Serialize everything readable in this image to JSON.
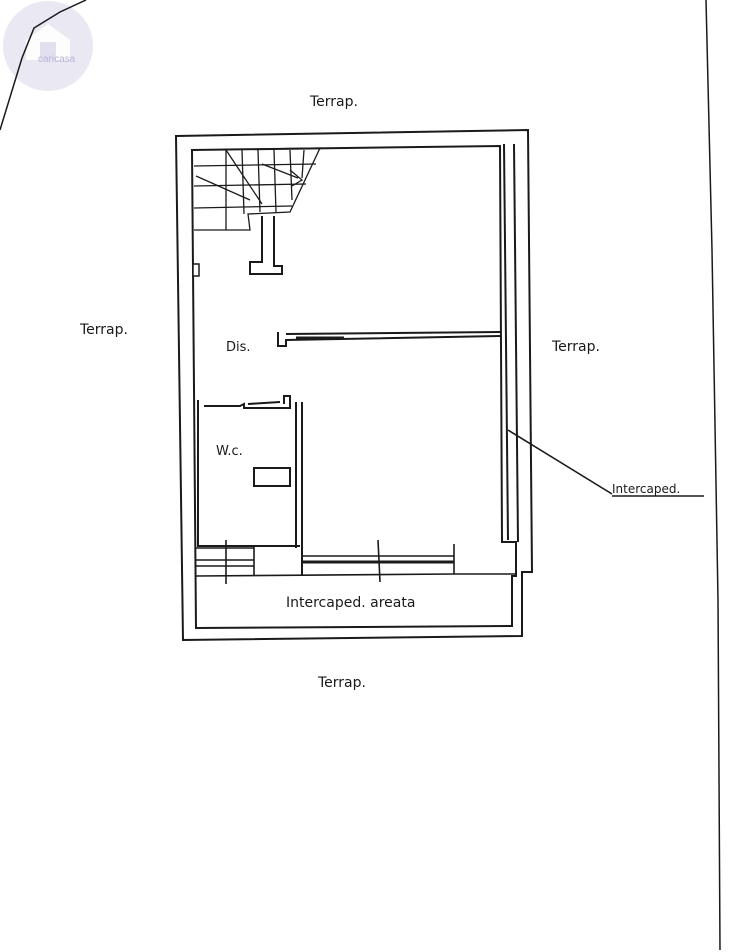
{
  "labels": {
    "terrap_top": "Terrap.",
    "terrap_left": "Terrap.",
    "terrap_right": "Terrap.",
    "terrap_bottom": "Terrap.",
    "dis": "Dis.",
    "wc": "W.c.",
    "intercaped_areata": "Intercaped. areata",
    "intercaped_side": "Intercaped."
  },
  "logo": {
    "text": "caricasa",
    "color": "#c9c6e0"
  },
  "colors": {
    "ink": "#1a1a1a",
    "background": "#ffffff"
  }
}
